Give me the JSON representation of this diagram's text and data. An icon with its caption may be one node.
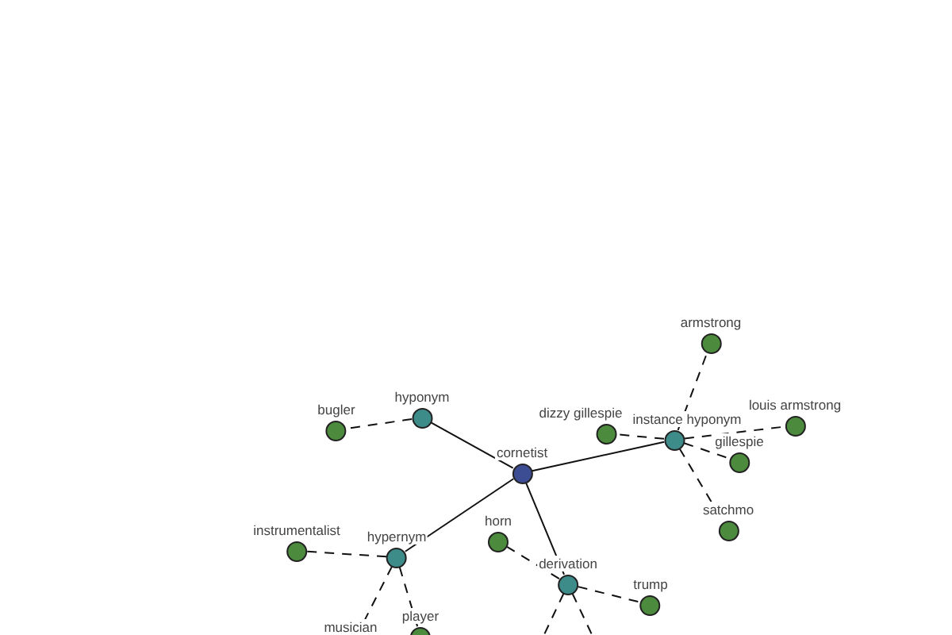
{
  "diagram": {
    "nodes": [
      {
        "text": [
          "cornetist"
        ]
      },
      {
        "text": [
          "hyponym"
        ]
      },
      {
        "text": [
          "bugler"
        ]
      },
      {
        "text": [
          "instance hyponym"
        ]
      },
      {
        "text": [
          "armstrong"
        ]
      },
      {
        "text": [
          "dizzy gillespie"
        ]
      },
      {
        "text": [
          "louis armstrong"
        ]
      },
      {
        "text": [
          "gillespie"
        ]
      },
      {
        "text": [
          "satchmo"
        ]
      },
      {
        "text": [
          "hypernym"
        ]
      },
      {
        "text": [
          "instrumentalist"
        ]
      },
      {
        "text": [
          "musician"
        ]
      },
      {
        "text": [
          "player"
        ]
      },
      {
        "text": [
          "derivation"
        ]
      },
      {
        "text": [
          "horn"
        ]
      },
      {
        "text": [
          "trump"
        ]
      }
    ],
    "edges": [
      {
        "from": 0,
        "to": 1,
        "arrow": "none"
      },
      {
        "from": 0,
        "to": 3,
        "arrow": "none"
      },
      {
        "from": 0,
        "to": 9,
        "arrow": "none"
      },
      {
        "from": 0,
        "to": 13,
        "arrow": "none"
      },
      {
        "from": 1,
        "to": 2,
        "arrow": "none",
        "style": "dashed"
      },
      {
        "from": 3,
        "to": 4,
        "arrow": "none",
        "style": "dashed"
      },
      {
        "from": 3,
        "to": 5,
        "arrow": "none",
        "style": "dashed"
      },
      {
        "from": 3,
        "to": 6,
        "arrow": "none",
        "style": "dashed"
      },
      {
        "from": 3,
        "to": 7,
        "arrow": "none",
        "style": "dashed"
      },
      {
        "from": 3,
        "to": 8,
        "arrow": "none",
        "style": "dashed"
      },
      {
        "from": 9,
        "to": 10,
        "arrow": "none",
        "style": "dashed"
      },
      {
        "from": 9,
        "to": 11,
        "arrow": "none",
        "style": "dashed"
      },
      {
        "from": 9,
        "to": 12,
        "arrow": "none",
        "style": "dashed"
      },
      {
        "from": 13,
        "to": 14,
        "arrow": "none",
        "style": "dashed"
      },
      {
        "from": 13,
        "to": 15,
        "arrow": "none",
        "style": "dashed"
      },
      {
        "from": 13,
        "to": null,
        "arrow": "none",
        "style": "dashed"
      },
      {
        "from": 13,
        "to": null,
        "arrow": "none",
        "style": "dashed"
      }
    ]
  }
}
